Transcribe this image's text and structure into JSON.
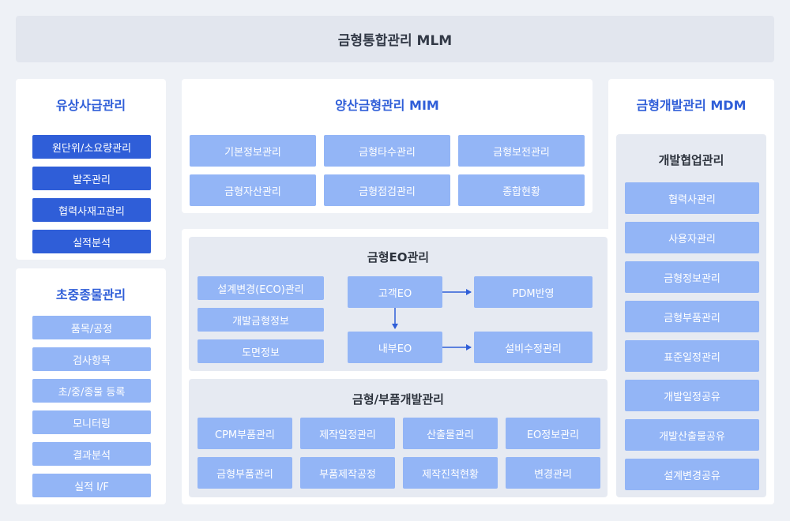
{
  "header": {
    "title": "금형통합관리 MLM"
  },
  "left_top": {
    "title": "유상사급관리",
    "items": [
      "원단위/소요량관리",
      "발주관리",
      "협력사재고관리",
      "실적분석"
    ]
  },
  "left_bottom": {
    "title": "초중종물관리",
    "items": [
      "품목/공정",
      "검사항목",
      "초/중/종물 등록",
      "모니터링",
      "결과분석",
      "실적 I/F"
    ]
  },
  "mim": {
    "title": "양산금형관리 MIM",
    "items": [
      "기본정보관리",
      "금형타수관리",
      "금형보전관리",
      "금형자산관리",
      "금형점검관리",
      "종합현황"
    ]
  },
  "eo": {
    "title": "금형EO관리",
    "left_items": [
      "설계변경(ECO)관리",
      "개발금형정보",
      "도면정보"
    ],
    "flow": {
      "customer_eo": "고객EO",
      "pdm": "PDM반영",
      "internal_eo": "내부EO",
      "equipment": "설비수정관리"
    }
  },
  "parts": {
    "title": "금형/부품개발관리",
    "items": [
      "CPM부품관리",
      "제작일정관리",
      "산출물관리",
      "EO정보관리",
      "금형부품관리",
      "부품제작공정",
      "제작진척현황",
      "변경관리"
    ]
  },
  "mdm": {
    "title": "금형개발관리 MDM",
    "sub_title": "개발협업관리",
    "items": [
      "협력사관리",
      "사용자관리",
      "금형정보관리",
      "금형부품관리",
      "표준일정관리",
      "개발일정공유",
      "개발산출물공유",
      "설계변경공유"
    ]
  },
  "colors": {
    "accent": "#2f5ed8",
    "light_button": "#93b5f6",
    "arrow": "#2f5ed8"
  }
}
